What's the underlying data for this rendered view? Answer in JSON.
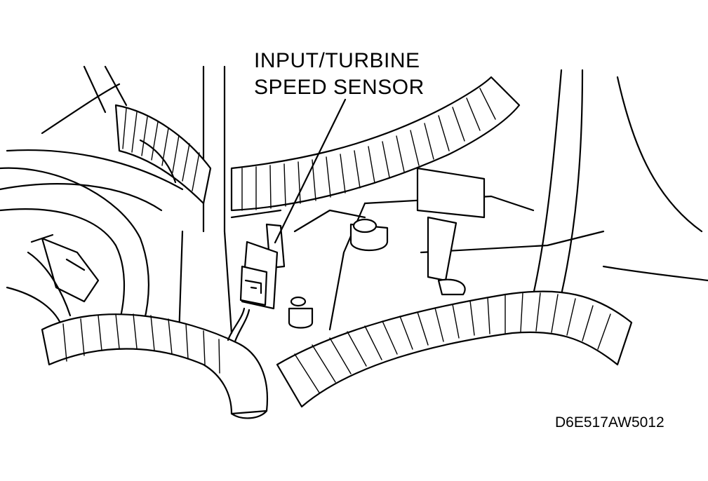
{
  "figure": {
    "callout_line1": "INPUT/TURBINE",
    "callout_line2": "SPEED SENSOR",
    "code": "D6E517AW5012"
  },
  "colors": {
    "ink": "#000000",
    "paper": "#ffffff"
  }
}
